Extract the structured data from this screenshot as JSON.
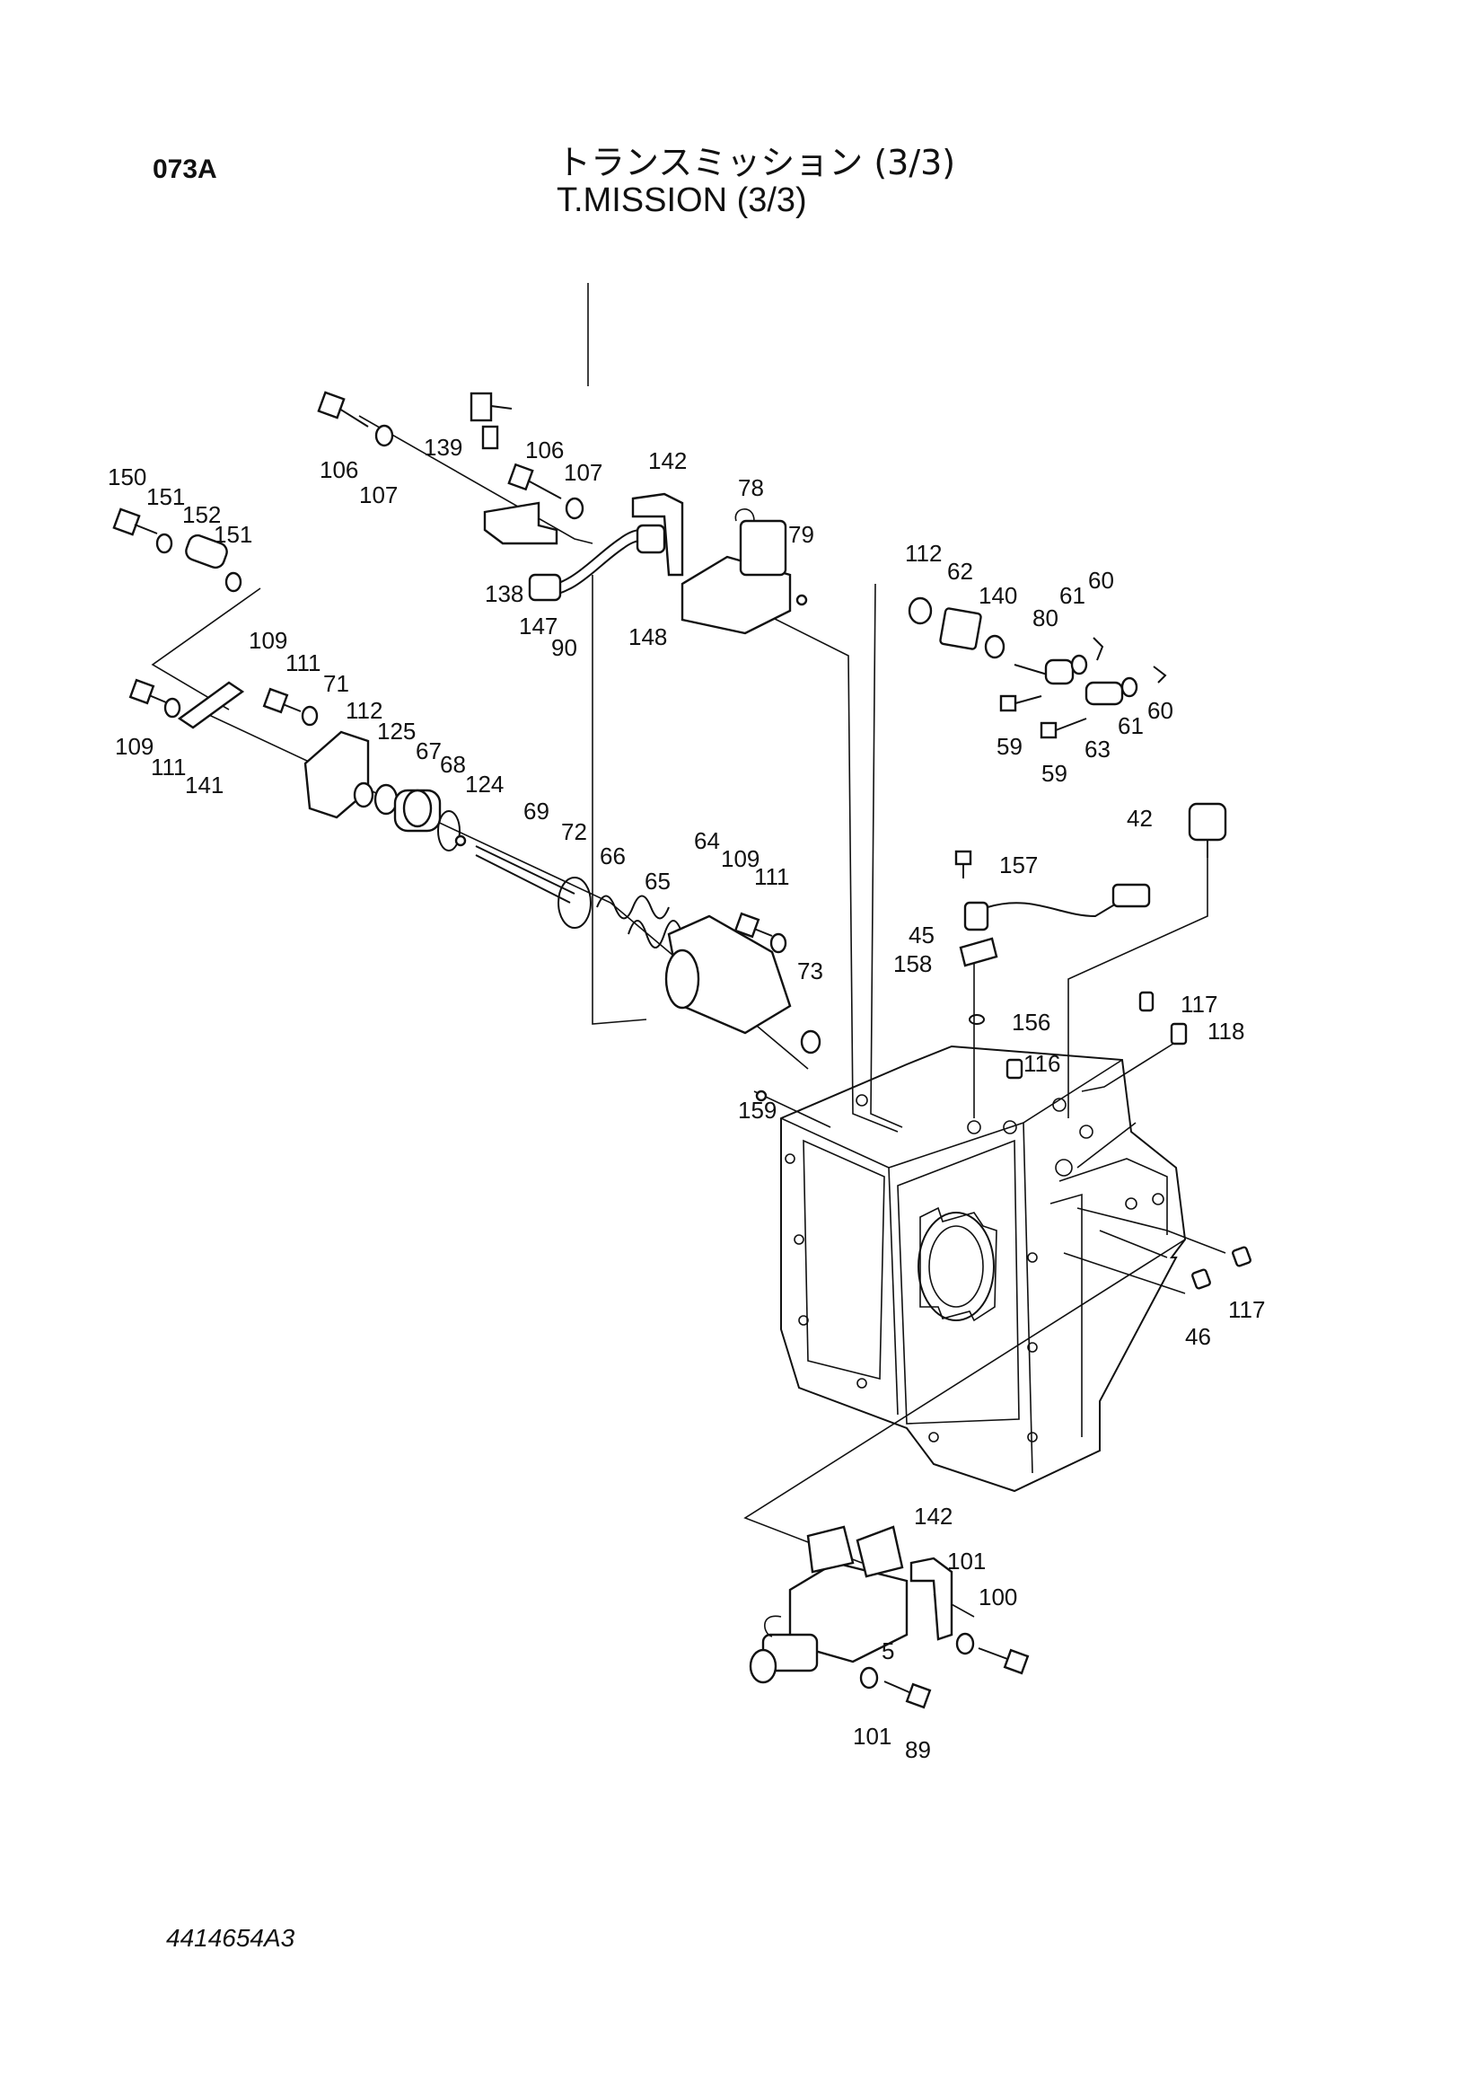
{
  "header": {
    "code": "073A",
    "title_jp": "トランスミッション (3/3)",
    "title_en": "T.MISSION (3/3)"
  },
  "footer": {
    "drawing_code": "4414654A3"
  },
  "parts": {
    "p150": "150",
    "p151a": "151",
    "p152": "152",
    "p151b": "151",
    "p106a": "106",
    "p107a": "107",
    "p139": "139",
    "p106b": "106",
    "p107b": "107",
    "p142a": "142",
    "p78": "78",
    "p79": "79",
    "p138": "138",
    "p147": "147",
    "p90": "90",
    "p148": "148",
    "p112a": "112",
    "p62": "62",
    "p140": "140",
    "p80": "80",
    "p61a": "61",
    "p60a": "60",
    "p59a": "59",
    "p59b": "59",
    "p63": "63",
    "p61b": "61",
    "p60b": "60",
    "p109a": "109",
    "p111a": "111",
    "p71": "71",
    "p109b": "109",
    "p111b": "111",
    "p141": "141",
    "p112b": "112",
    "p125": "125",
    "p67": "67",
    "p68": "68",
    "p124": "124",
    "p69": "69",
    "p72": "72",
    "p66": "66",
    "p65": "65",
    "p64": "64",
    "p109c": "109",
    "p111c": "111",
    "p73": "73",
    "p159": "159",
    "p42": "42",
    "p157": "157",
    "p45": "45",
    "p158": "158",
    "p156": "156",
    "p117a": "117",
    "p118": "118",
    "p116": "116",
    "p117b": "117",
    "p46": "46",
    "p142b": "142",
    "p101a": "101",
    "p100": "100",
    "p5": "5",
    "p101b": "101",
    "p89": "89"
  }
}
